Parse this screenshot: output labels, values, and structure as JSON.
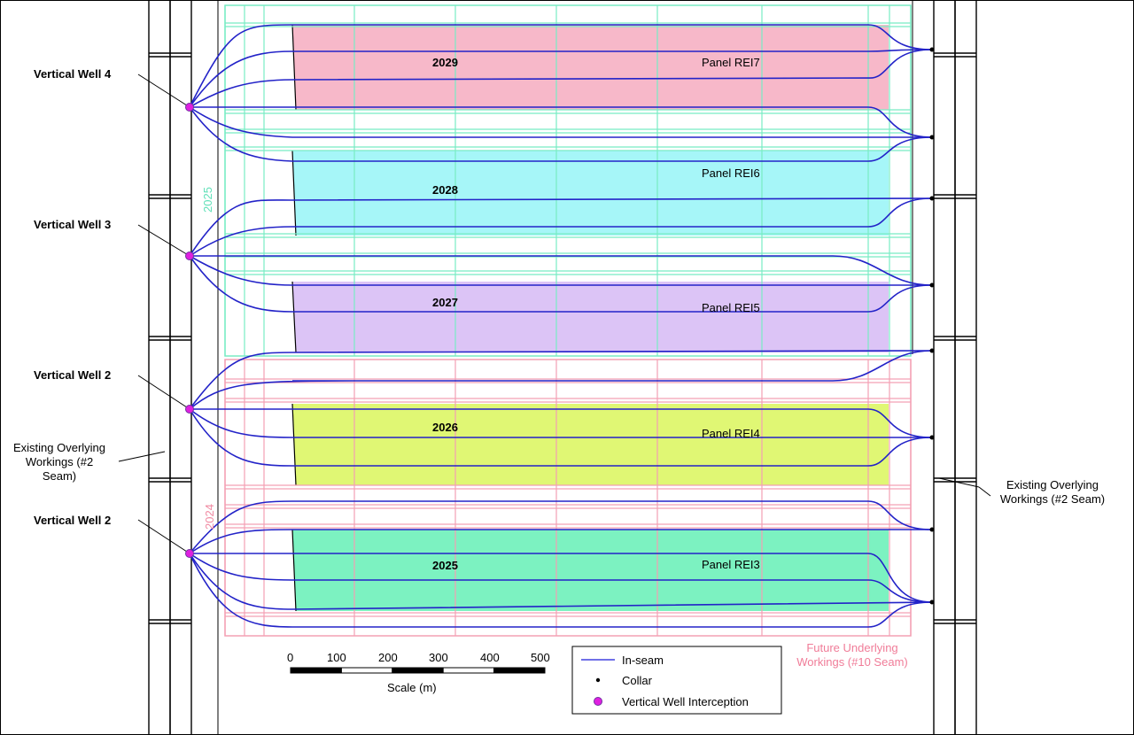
{
  "wells": [
    {
      "label": "Vertical Well 4"
    },
    {
      "label": "Vertical Well 3"
    },
    {
      "label": "Vertical Well 2"
    },
    {
      "label": "Vertical Well 2"
    }
  ],
  "panels": [
    {
      "name": "Panel REI7",
      "year": "2029",
      "color": "#f7b8c9"
    },
    {
      "name": "Panel REI6",
      "year": "2028",
      "color": "#a6f6f8"
    },
    {
      "name": "Panel REI5",
      "year": "2027",
      "color": "#dcc4f6"
    },
    {
      "name": "Panel REI4",
      "year": "2026",
      "color": "#e0f774"
    },
    {
      "name": "Panel REI3",
      "year": "2025",
      "color": "#7cf2c1"
    }
  ],
  "block_years": {
    "upper": "2025",
    "lower": "2024"
  },
  "callouts": {
    "overlying_left": "Existing Overlying Workings (#2 Seam)",
    "overlying_right": "Existing Overlying Workings (#2 Seam)",
    "future_underlying": "Future Underlying Workings (#10 Seam)"
  },
  "scale_bar": {
    "ticks": [
      "0",
      "100",
      "200",
      "300",
      "400",
      "500"
    ],
    "title": "Scale (m)"
  },
  "legend": {
    "items": [
      {
        "label": "In-seam",
        "symbol": "line",
        "color": "#4040e0"
      },
      {
        "label": "Collar",
        "symbol": "dot",
        "color": "#000000"
      },
      {
        "label": "Vertical Well Interception",
        "symbol": "circle",
        "color": "#e020e0"
      }
    ]
  },
  "colors": {
    "inseam": "#2323c8",
    "upper_grid": "#78ecc4",
    "lower_grid": "#f4a0b4",
    "existing_workings": "#000000"
  }
}
